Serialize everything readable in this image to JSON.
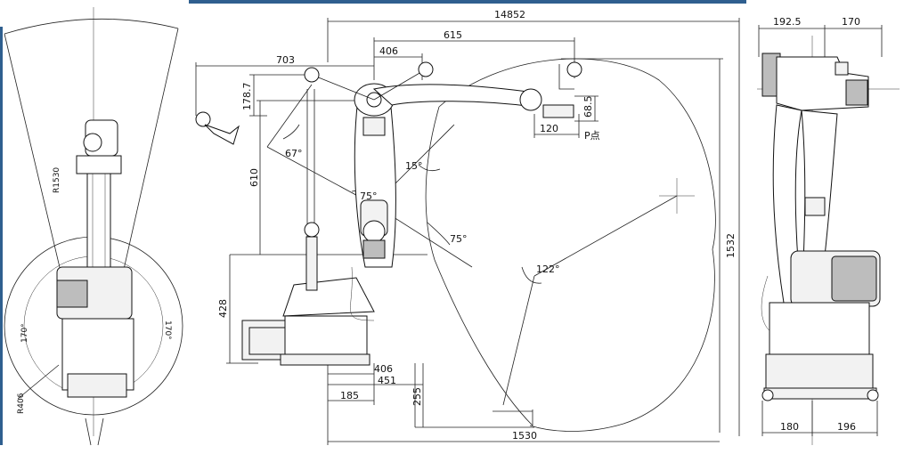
{
  "dimensions": {
    "top_overall": "14852",
    "top_upper": "615",
    "top_small": "406",
    "left_reach": "703",
    "left_vertical": "178.7",
    "vertical_610": "610",
    "base_height": "428",
    "right_height": "1532",
    "tool_width": "120",
    "tool_height": "68.5",
    "bottom_406": "406",
    "bottom_451": "451",
    "bottom_185": "185",
    "bottom_255": "255",
    "bottom_overall": "1530",
    "side_top_left": "192.5",
    "side_top_right": "170",
    "side_bottom_left": "180",
    "side_bottom_right": "196",
    "top_radius": "R1530",
    "bottom_radius": "R406"
  },
  "angles": {
    "a67": "67°",
    "a15": "15°",
    "a75_upper": "75°",
    "a75_lower": "75°",
    "a122": "122°",
    "a170_left": "170°",
    "a170_right": "170°"
  },
  "labels": {
    "p_point": "P点"
  }
}
